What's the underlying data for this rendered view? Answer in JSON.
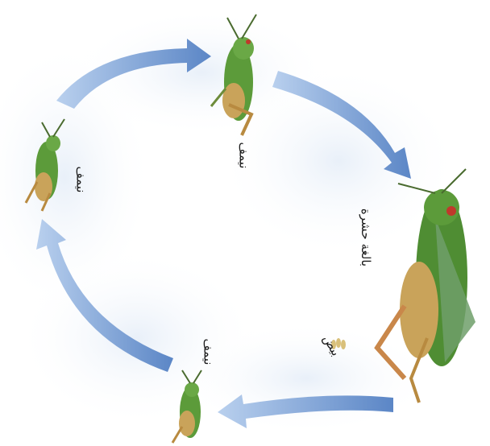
{
  "diagram": {
    "stages": [
      {
        "label": "نيمف"
      },
      {
        "label": "نيمف"
      },
      {
        "label": "بالغة حشرة"
      },
      {
        "label": "بيض"
      },
      {
        "label": "نيمف"
      }
    ]
  },
  "colors": {
    "arrow": "#8fb3e0",
    "arrow_dark": "#5b86c6",
    "cloud": "#dde8f3",
    "insect_green": "#5c9b3a",
    "insect_tan": "#c9a35a"
  }
}
